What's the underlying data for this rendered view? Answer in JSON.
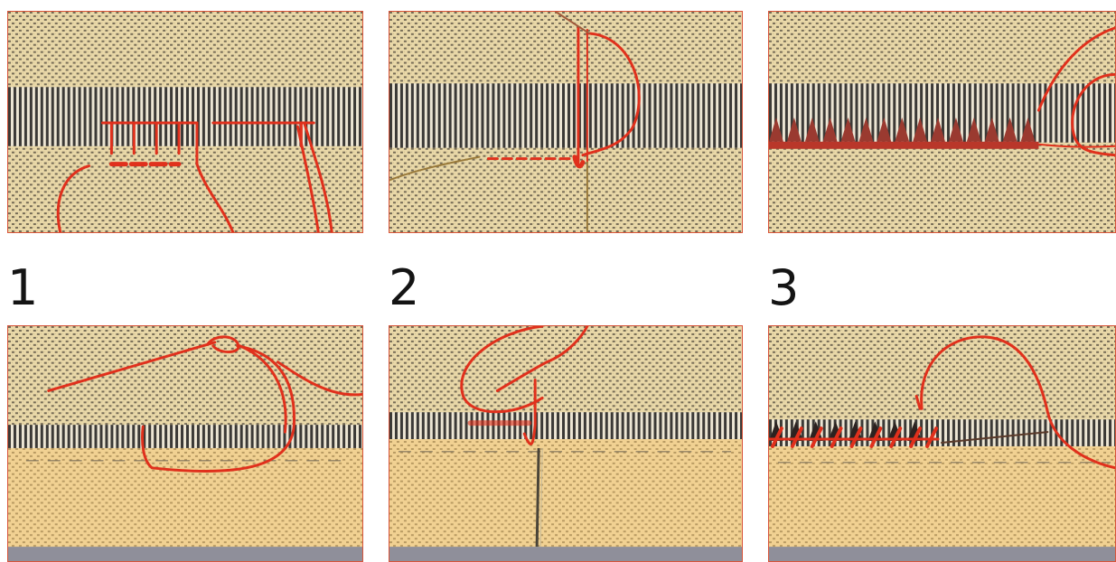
{
  "steps": [
    {
      "number": "1"
    },
    {
      "number": "2"
    },
    {
      "number": "3"
    }
  ],
  "colors": {
    "fabric": "#e9d8a8",
    "fabric_grid": "#6e6452",
    "drawn_threads_dark": "#3c3a37",
    "drawn_threads_light": "#f2eee2",
    "hem_fold": "#f0cf8e",
    "thread_red": "#e0301c",
    "needle": "#8a7a5a",
    "table_grey": "#8f8f9a",
    "step_number": "#141414"
  },
  "panels": [
    {
      "id": "step1-top",
      "illustrates": "step-1"
    },
    {
      "id": "step1-bottom",
      "illustrates": "step-1"
    },
    {
      "id": "step2-top",
      "illustrates": "step-2"
    },
    {
      "id": "step2-bottom",
      "illustrates": "step-2"
    },
    {
      "id": "step3-top",
      "illustrates": "step-3"
    },
    {
      "id": "step3-bottom",
      "illustrates": "step-3"
    }
  ]
}
